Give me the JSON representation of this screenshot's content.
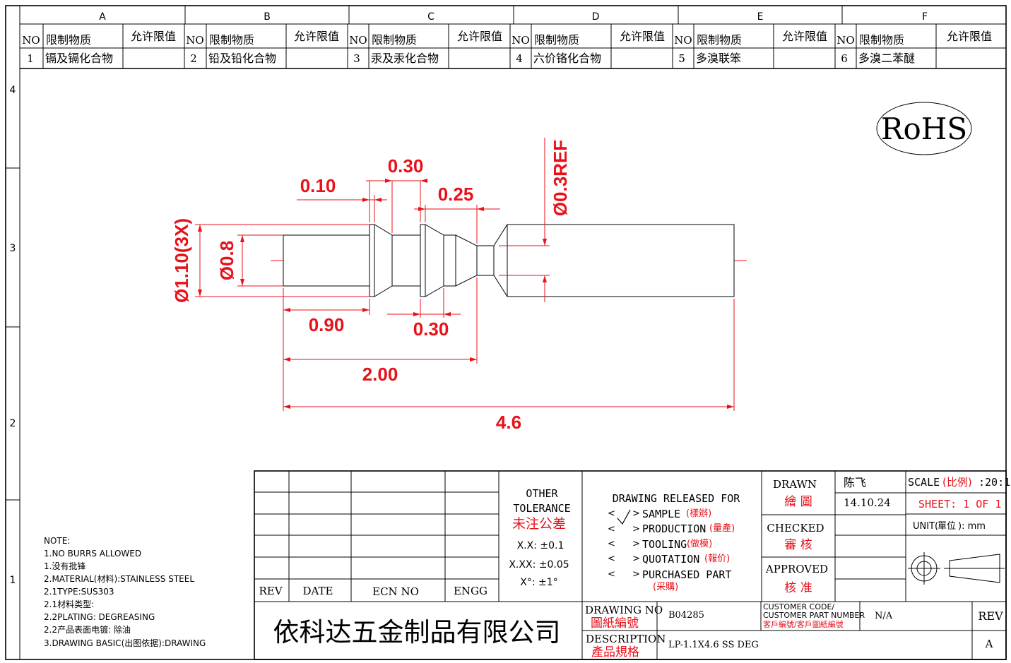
{
  "zones": {
    "columns": [
      "A",
      "B",
      "C",
      "D",
      "E",
      "F"
    ],
    "rows": [
      "4",
      "3",
      "2",
      "1"
    ]
  },
  "restricted_substances": {
    "headers": {
      "no": "NO",
      "substance": "限制物质",
      "limit": "允许限值"
    },
    "items": [
      {
        "no": "1",
        "substance": "镉及镉化合物",
        "limit": ""
      },
      {
        "no": "2",
        "substance": "铅及铅化合物",
        "limit": ""
      },
      {
        "no": "3",
        "substance": "汞及汞化合物",
        "limit": ""
      },
      {
        "no": "4",
        "substance": "六价铬化合物",
        "limit": ""
      },
      {
        "no": "5",
        "substance": "多溴联笨",
        "limit": ""
      },
      {
        "no": "6",
        "substance": "多溴二苯醚",
        "limit": ""
      }
    ]
  },
  "rohs_mark": "RoHS",
  "dimensions": {
    "d_0_10": "0.10",
    "d_0_30_top": "0.30",
    "d_0_25": "0.25",
    "d_0_3ref": "Ø0.3REF",
    "d_1_10": "Ø1.10(3X)",
    "d_0_8": "Ø0.8",
    "d_0_90": "0.90",
    "d_0_30_bottom": "0.30",
    "d_2_00": "2.00",
    "d_4_6": "4.6"
  },
  "notes": [
    "NOTE:",
    "1.NO BURRS ALLOWED",
    "1.没有批锋",
    "2.MATERIAL(材料):STAINLESS STEEL",
    "2.1TYPE:SUS303",
    "2.1材料类型:",
    "2.2PLATING: DEGREASING",
    "2.2产品表面电镀:  除油",
    "3.DRAWING BASIC(出图依据):DRAWING"
  ],
  "revision_table": {
    "rev": "REV",
    "date": "DATE",
    "ecn": "ECN NO",
    "engg": "ENGG"
  },
  "tolerance": {
    "title_1": "OTHER",
    "title_2": "TOLERANCE",
    "title_cn": "未注公差",
    "x": "X.X: ±0.1",
    "xx": "X.XX: ±0.05",
    "angle": "X°: ±1°"
  },
  "release": {
    "title": "DRAWING RELEASED FOR",
    "options": [
      {
        "en": "SAMPLE",
        "cn": "(樣辦)",
        "checked": true
      },
      {
        "en": "PRODUCTION",
        "cn": "(量產)",
        "checked": false
      },
      {
        "en": "TOOLING",
        "cn": "(做模)",
        "checked": false
      },
      {
        "en": "QUOTATION",
        "cn": "(報价)",
        "checked": false
      },
      {
        "en": "PURCHASED PART",
        "cn": "(采購)",
        "checked": false
      }
    ]
  },
  "approvals": {
    "drawn_label": "DRAWN",
    "drawn_cn": "繪 圖",
    "drawn_by": "陈飞",
    "drawn_date": "14.10.24",
    "checked_label": "CHECKED",
    "checked_cn": "審 核",
    "approved_label": "APPROVED",
    "approved_cn": "核 准"
  },
  "scale": {
    "label": "SCALE",
    "label_cn": "(比例)",
    "value": ":20:1",
    "sheet": "SHEET:  1 OF 1",
    "unit_label": "UNIT(",
    "unit_cn": "單位",
    "unit_value": "):  mm"
  },
  "company": "依科达五金制品有限公司",
  "drawing_no": {
    "label": "DRAWING NO",
    "label_cn": "圖紙編號",
    "value": "B04285"
  },
  "customer": {
    "label_1": "CUSTOMER CODE/",
    "label_2": "CUSTOMER PART NUMBER",
    "label_cn": "客戶編號/客戶圖紙編號",
    "value": "N/A"
  },
  "description": {
    "label": "DESCRIPTION",
    "label_cn": "產品規格",
    "value": "LP-1.1X4.6 SS DEG"
  },
  "rev": {
    "label": "REV",
    "value": "A"
  },
  "colors": {
    "dimension": "#e8111a",
    "line": "#000000"
  }
}
